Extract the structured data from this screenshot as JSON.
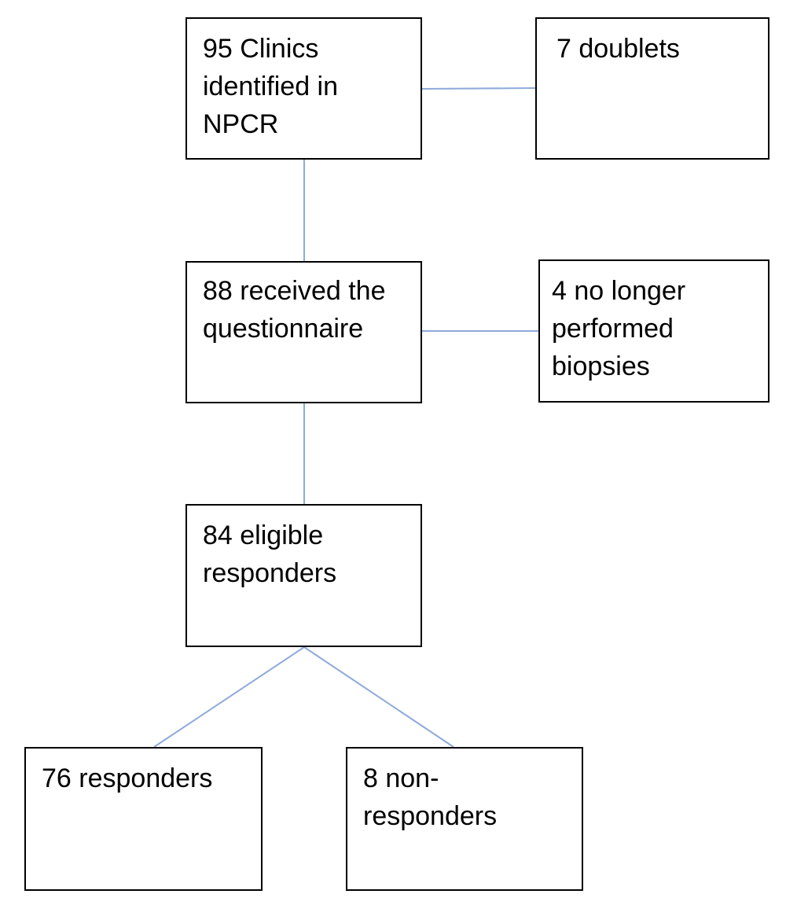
{
  "boxes": {
    "clinics": "95 Clinics\nidentified in\nNPCR",
    "doublets": "7 doublets",
    "received": "88 received the\nquestionnaire",
    "no_longer": "4 no longer\nperformed\nbiopsies",
    "eligible": "84 eligible\nresponders",
    "responders": "76 responders",
    "non_responders": "8 non-\nresponders"
  },
  "colors": {
    "connector": "#8eaadb",
    "box_border": "#000000",
    "text": "#000000",
    "background": "#ffffff"
  }
}
